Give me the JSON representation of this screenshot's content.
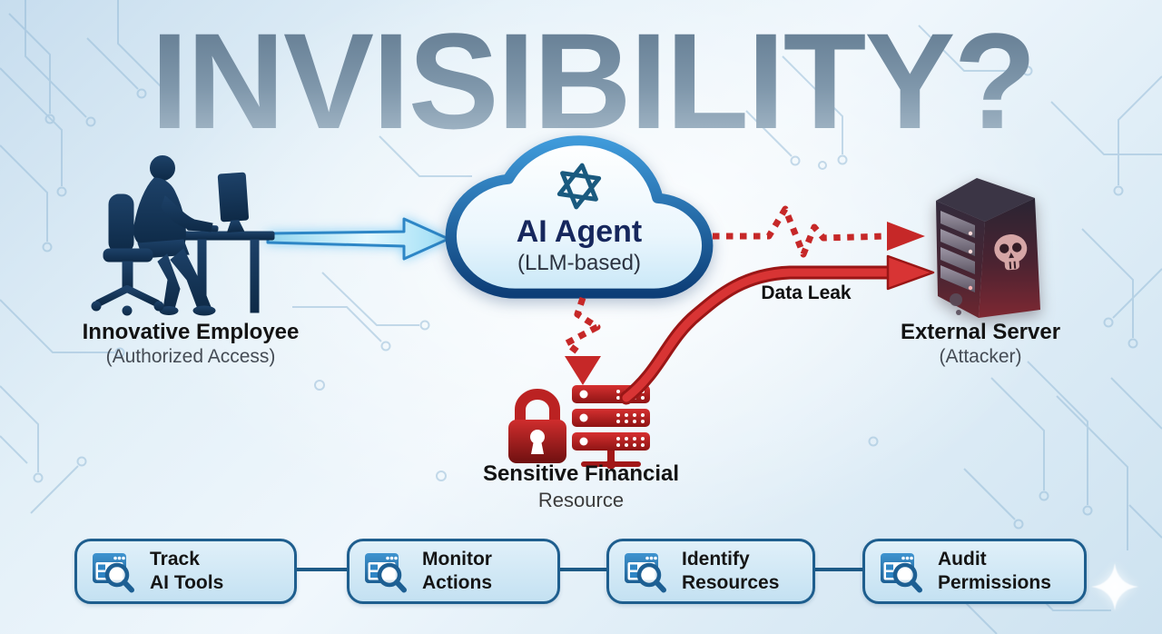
{
  "title": "INVISIBILITY?",
  "nodes": {
    "employee": {
      "label": "Innovative Employee",
      "sublabel": "(Authorized Access)"
    },
    "ai_agent": {
      "label": "AI Agent",
      "sublabel": "(LLM-based)"
    },
    "external_server": {
      "label": "External Server",
      "sublabel": "(Attacker)"
    },
    "resource": {
      "label": "Sensitive Financial",
      "sublabel": "Resource"
    }
  },
  "arrows": {
    "data_leak_label": "Data Leak"
  },
  "footer": {
    "buttons": [
      {
        "line1": "Track",
        "line2": "AI Tools"
      },
      {
        "line1": "Monitor",
        "line2": "Actions"
      },
      {
        "line1": "Identify",
        "line2": "Resources"
      },
      {
        "line1": "Audit",
        "line2": "Permissions"
      }
    ]
  },
  "colors": {
    "accent_blue": "#1e5e8e",
    "cloud_border": "#1d6fb5",
    "alert_red": "#c62828",
    "title_gray": "#7b91a5",
    "navy_text": "#16275d",
    "silhouette_navy": "#16395c"
  }
}
